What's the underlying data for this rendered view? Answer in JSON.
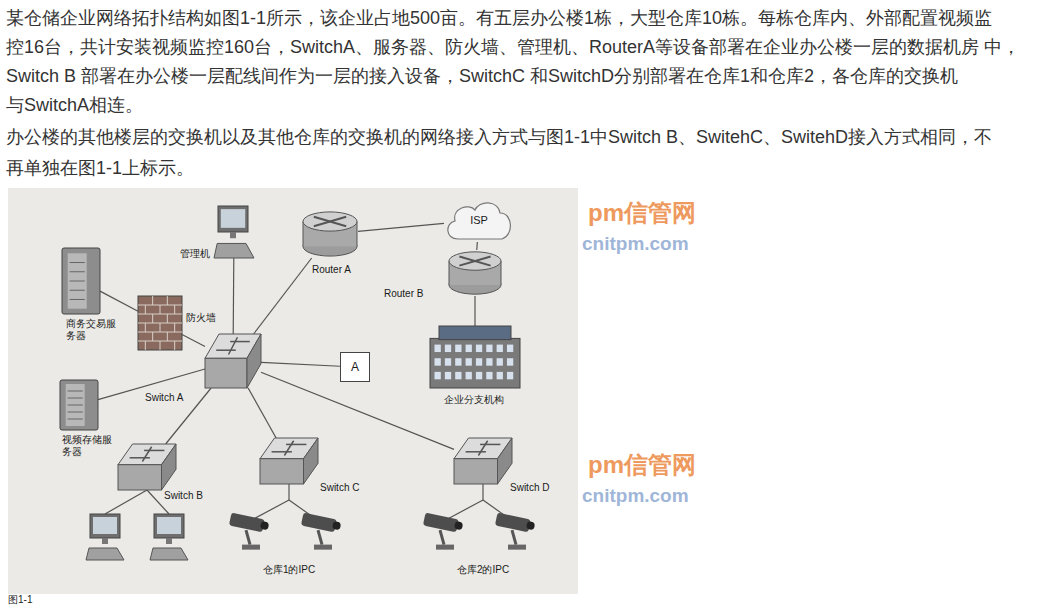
{
  "diagram": {
    "caption": "图1-1",
    "nodes": [
      {
        "text": [
          "管理机"
        ]
      },
      {
        "text": [
          "Router A"
        ]
      },
      {
        "text": [
          "ISP"
        ]
      },
      {
        "text": [
          "商务交易服务器"
        ]
      },
      {
        "text": [
          "防火墙"
        ]
      },
      {
        "text": [
          "Router B"
        ]
      },
      {
        "text": [
          "Switch A"
        ]
      },
      {
        "text": [
          "A"
        ]
      },
      {
        "text": [
          "企业分支机构"
        ]
      },
      {
        "text": [
          "视频存储服务器"
        ]
      },
      {
        "text": [
          "Switch B"
        ]
      },
      {
        "text": [
          "Switch C"
        ]
      },
      {
        "text": [
          "Switch D"
        ]
      },
      {
        "text": [
          "仓库1的IPC"
        ]
      },
      {
        "text": [
          "仓库2的IPC"
        ]
      }
    ],
    "edges": [
      {
        "from": 0,
        "to": 6,
        "arrow": "none"
      },
      {
        "from": 1,
        "to": 6,
        "arrow": "none"
      },
      {
        "from": 1,
        "to": 2,
        "arrow": "none"
      },
      {
        "from": 2,
        "to": 5,
        "arrow": "none"
      },
      {
        "from": 5,
        "to": 8,
        "arrow": "none"
      },
      {
        "from": 3,
        "to": 4,
        "arrow": "none"
      },
      {
        "from": 4,
        "to": 6,
        "arrow": "none"
      },
      {
        "from": 6,
        "to": 7,
        "arrow": "none"
      },
      {
        "from": 6,
        "to": 9,
        "arrow": "none"
      },
      {
        "from": 6,
        "to": 10,
        "arrow": "none"
      },
      {
        "from": 6,
        "to": 11,
        "arrow": "none"
      },
      {
        "from": 6,
        "to": 12,
        "arrow": "none"
      },
      {
        "from": 11,
        "to": 13,
        "arrow": "none"
      },
      {
        "from": 12,
        "to": 14,
        "arrow": "none"
      }
    ],
    "labels": [
      "某仓储企业网络拓扑结构如图1-1所示，该企业占地500亩。有五层办公楼1栋，大型仓库10栋。每栋仓库内、外部配置视频监 控16台，共计安装视频监控160台，SwitchA、服务器、防火墙、管理机、RouterA等设备部署在企业办公楼一层的数据机房 中，Switch B 部署在办公楼一层配线间作为一层的接入设备，SwitchC 和SwitchD分别部署在仓库1和仓库2，各仓库的交换机 与SwitchA相连。",
      "办公楼的其他楼层的交换机以及其他仓库的交换机的网络接入方式与图1-1中Switch B、SwitehC、SwitehD接入方式相同，不 再单独在图1-1上标示。",
      "pm信管网",
      "cnitpm.com",
      "pm信管网",
      "cnitpm.com"
    ]
  }
}
